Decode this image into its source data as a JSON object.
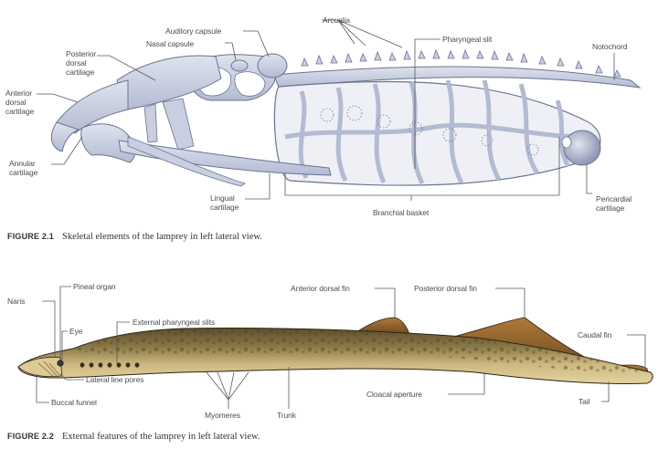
{
  "figure1": {
    "number": "FIGURE 2.1",
    "caption": "Skeletal elements of the lamprey in left lateral view.",
    "labels": {
      "arcualia": "Arcualia",
      "auditory_capsule": "Auditory capsule",
      "nasal_capsule": "Nasal capsule",
      "posterior_dorsal_cartilage": "Posterior\ndorsal\ncartilage",
      "anterior_dorsal_cartilage": "Anterior\ndorsal\ncartilage",
      "annular_cartilage": "Annular\ncartilage",
      "lingual_cartilage": "Lingual\ncartilage",
      "pharyngeal_slit": "Pharyngeal slit",
      "notochord": "Notochord",
      "branchial_basket": "Branchial basket",
      "pericardial_cartilage": "Pericardial\ncartilage"
    },
    "colors": {
      "cartilage": "#c9cfe0",
      "cartilage_shade": "#8e97b5",
      "outline": "#6b7391"
    }
  },
  "figure2": {
    "number": "FIGURE 2.2",
    "caption": "External features of the lamprey in left lateral view.",
    "labels": {
      "naris": "Naris",
      "pineal_organ": "Pineal organ",
      "eye": "Eye",
      "external_pharyngeal_slits": "External pharyngeal slits",
      "anterior_dorsal_fin": "Anterior dorsal fin",
      "posterior_dorsal_fin": "Posterior dorsal fin",
      "caudal_fin": "Caudal fin",
      "lateral_line_pores": "Lateral line pores",
      "buccal_funnel": "Buccal funnel",
      "myomeres": "Myomeres",
      "trunk": "Trunk",
      "cloacal_aperture": "Cloacal aperture",
      "tail": "Tail"
    },
    "colors": {
      "body_light": "#d9c58e",
      "body_dark": "#6b5a32",
      "fin": "#9a6a32",
      "outline": "#2e2414"
    }
  }
}
